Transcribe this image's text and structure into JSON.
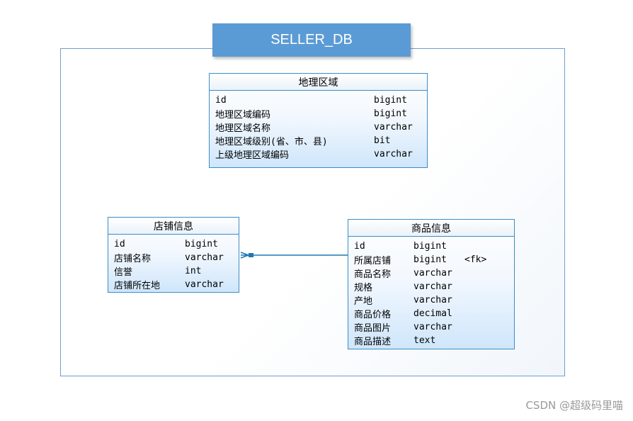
{
  "diagram": {
    "title": "SELLER_DB",
    "tables": [
      {
        "name": "地理区域",
        "columns": [
          {
            "name": "id",
            "type": "bigint",
            "note": ""
          },
          {
            "name": "地理区域编码",
            "type": "bigint",
            "note": ""
          },
          {
            "name": "地理区域名称",
            "type": "varchar",
            "note": ""
          },
          {
            "name": "地理区域级别(省、市、县)",
            "type": "bit",
            "note": ""
          },
          {
            "name": "上级地理区域编码",
            "type": "varchar",
            "note": ""
          }
        ]
      },
      {
        "name": "店铺信息",
        "columns": [
          {
            "name": "id",
            "type": "bigint",
            "note": ""
          },
          {
            "name": "店铺名称",
            "type": "varchar",
            "note": ""
          },
          {
            "name": "信誉",
            "type": "int",
            "note": ""
          },
          {
            "name": "店铺所在地",
            "type": "varchar",
            "note": ""
          }
        ]
      },
      {
        "name": "商品信息",
        "columns": [
          {
            "name": "id",
            "type": "bigint",
            "note": ""
          },
          {
            "name": "所属店铺",
            "type": "bigint",
            "note": "<fk>"
          },
          {
            "name": "商品名称",
            "type": "varchar",
            "note": ""
          },
          {
            "name": "规格",
            "type": "varchar",
            "note": ""
          },
          {
            "name": "产地",
            "type": "varchar",
            "note": ""
          },
          {
            "name": "商品价格",
            "type": "decimal",
            "note": ""
          },
          {
            "name": "商品图片",
            "type": "varchar",
            "note": ""
          },
          {
            "name": "商品描述",
            "type": "text",
            "note": ""
          }
        ]
      }
    ],
    "relationships": [
      {
        "from": "商品信息",
        "to": "店铺信息"
      }
    ]
  },
  "watermark": "CSDN @超级码里喵"
}
